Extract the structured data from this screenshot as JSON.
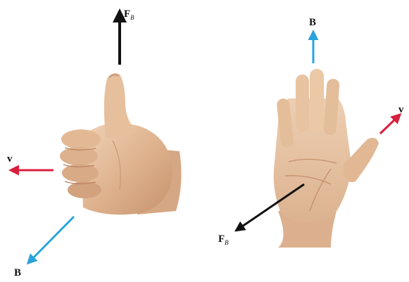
{
  "colors": {
    "force_arrow": "#111111",
    "field_arrow": "#2aa3dc",
    "velocity_arrow": "#d81f3c",
    "skin_light": "#e8c8a8",
    "skin_mid": "#d9ab86",
    "skin_dark": "#b98462"
  },
  "left_hand": {
    "gesture": "thumbs-up",
    "force_label": {
      "main": "F",
      "sub": "B"
    },
    "velocity_label": "v",
    "field_label": "B"
  },
  "right_hand": {
    "gesture": "open-palm",
    "field_label": "B",
    "velocity_label": "v",
    "force_label": {
      "main": "F",
      "sub": "B"
    }
  }
}
